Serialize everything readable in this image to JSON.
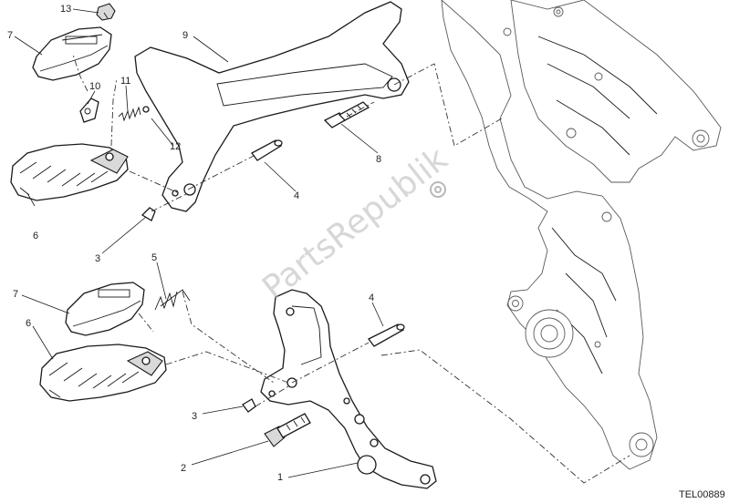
{
  "diagram": {
    "drawing_code": "TEL00889",
    "watermark": "PartsRepublik",
    "callouts": {
      "c13": "13",
      "c7a": "7",
      "c9": "9",
      "c10": "10",
      "c11": "11",
      "c12": "12",
      "c6a": "6",
      "c3a": "3",
      "c4a": "4",
      "c8": "8",
      "c5": "5",
      "c7b": "7",
      "c6b": "6",
      "c4b": "4",
      "c3b": "3",
      "c2": "2",
      "c1": "1"
    }
  }
}
